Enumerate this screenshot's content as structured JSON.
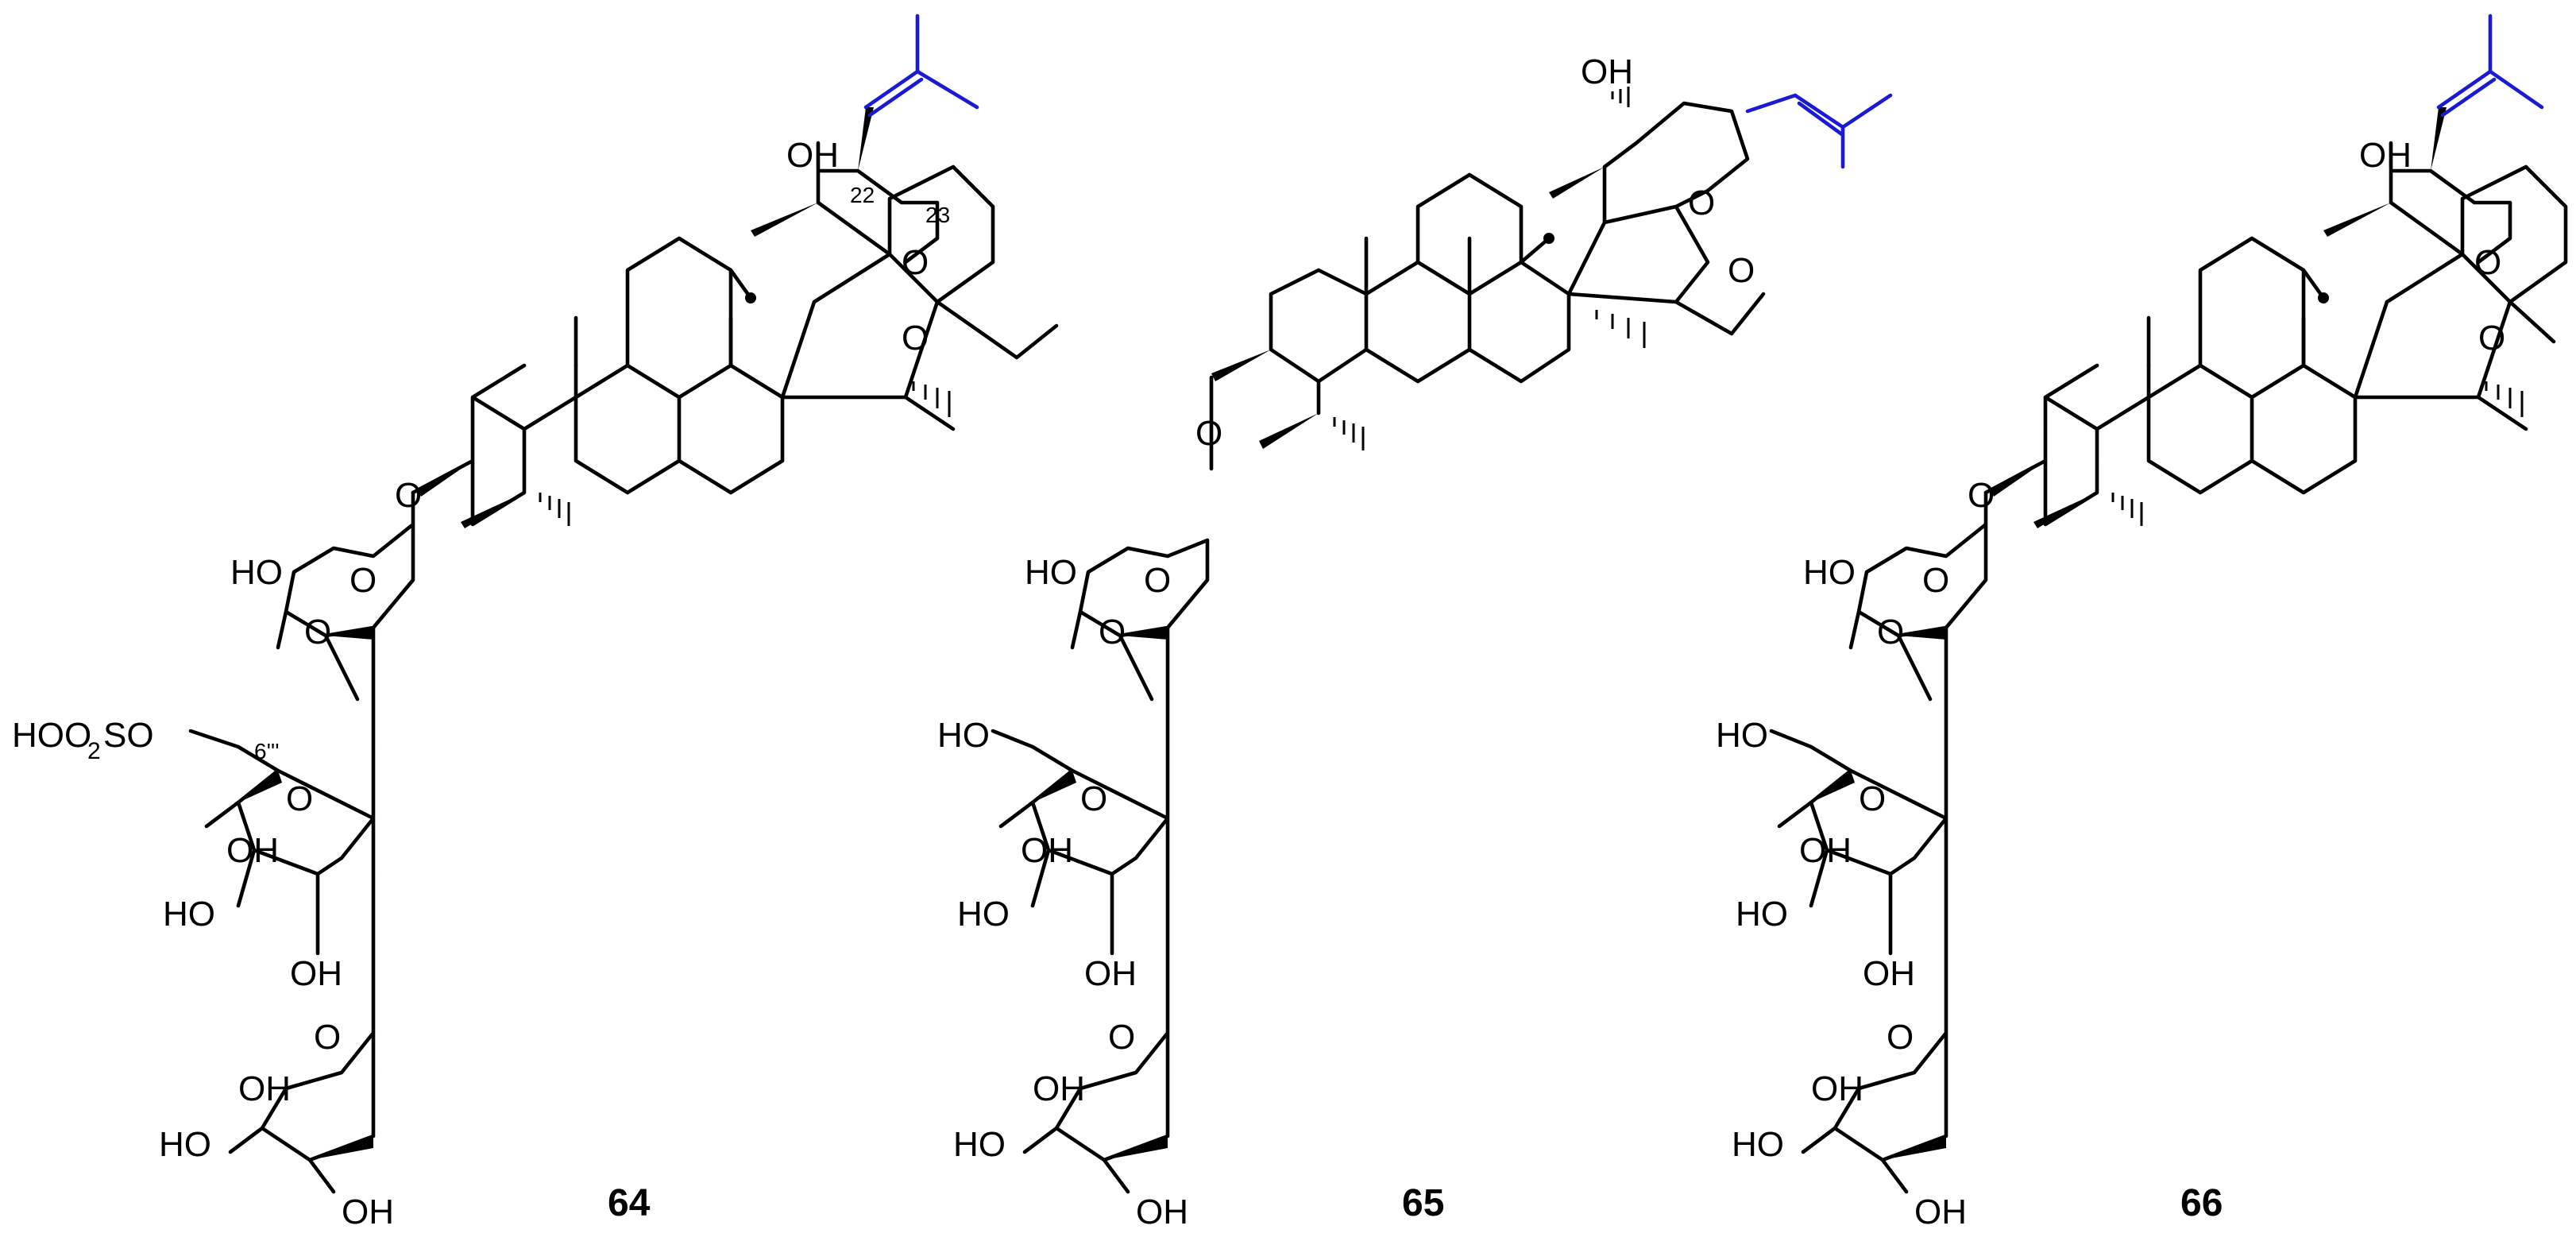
{
  "colors": {
    "bond": "#000000",
    "side_chain": "#1a1ad4",
    "background": "#ffffff"
  },
  "compounds": [
    {
      "number": "64",
      "atoms": [
        "OH",
        "O",
        "O",
        "O",
        "HO",
        "O",
        "O",
        "HOO",
        "SO",
        "O",
        "OH",
        "HO",
        "OH",
        "O",
        "OH",
        "HO",
        "OH"
      ],
      "sulfate_sub": "2",
      "locants": [
        "22",
        "23",
        "6'''"
      ]
    },
    {
      "number": "65",
      "atoms": [
        "OH",
        "O",
        "O",
        "O",
        "HO",
        "O",
        "O",
        "HO",
        "O",
        "OH",
        "HO",
        "OH",
        "O",
        "OH",
        "HO",
        "OH"
      ]
    },
    {
      "number": "66",
      "atoms": [
        "OH",
        "O",
        "O",
        "O",
        "HO",
        "O",
        "O",
        "HO",
        "O",
        "OH",
        "HO",
        "OH",
        "O",
        "OH",
        "HO",
        "OH"
      ]
    }
  ]
}
